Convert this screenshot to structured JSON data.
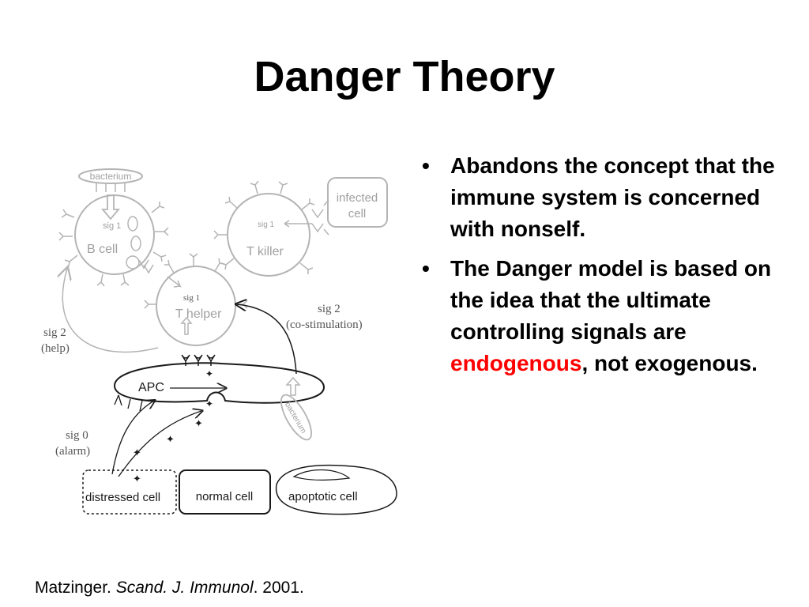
{
  "slide": {
    "title": "Danger Theory",
    "bullets": [
      {
        "text": "Abandons the concept that the immune system is concerned with nonself."
      },
      {
        "pre": "The Danger model is based on the idea that the ultimate controlling signals are ",
        "highlight": "endogenous",
        "post": ", not exogenous."
      }
    ],
    "bullet_symbol": "•",
    "highlight_color": "#ff0000",
    "citation": {
      "author": "Matzinger. ",
      "journal": "Scand. J. Immunol",
      "rest": ". 2001."
    }
  },
  "diagram": {
    "bacterium_top": "bacterium",
    "b_cell_sig": "sig 1",
    "b_cell": "B cell",
    "infected_line1": "infected",
    "infected_line2": "cell",
    "t_killer_sig": "sig 1",
    "t_killer": "T killer",
    "t_helper_sig": "sig 1",
    "t_helper": "T helper",
    "sig2_help_line1": "sig 2",
    "sig2_help_line2": "(help)",
    "sig2_costim_line1": "sig 2",
    "sig2_costim_line2": "(co-stimulation)",
    "apc": "APC",
    "bacterium_apc": "bacterium",
    "sig0_line1": "sig 0",
    "sig0_line2": "(alarm)",
    "distressed_cell": "distressed cell",
    "normal_cell": "normal cell",
    "apoptotic_cell": "apoptotic cell",
    "star_glyph": "✦"
  }
}
